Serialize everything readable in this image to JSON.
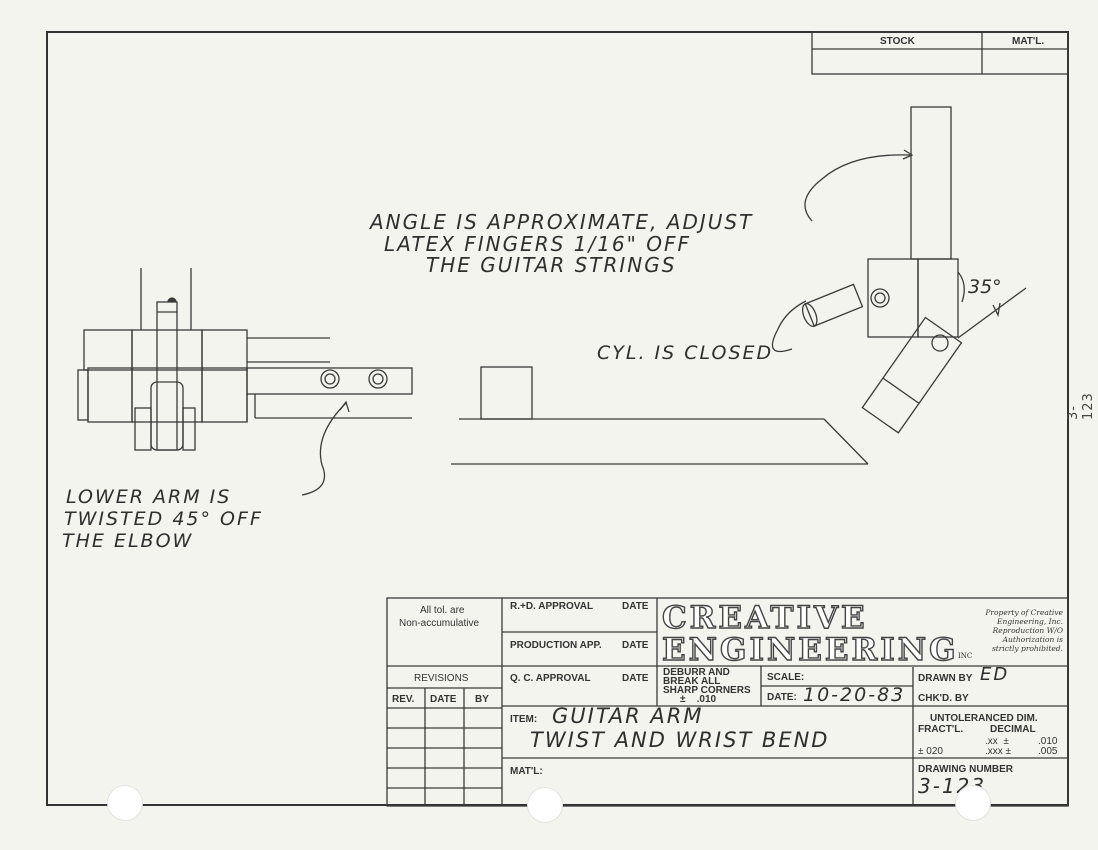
{
  "header_table": {
    "stock_label": "STOCK",
    "matl_label": "MAT'L."
  },
  "notes": {
    "angle_line1": "ANGLE IS APPROXIMATE, ADJUST",
    "angle_line2": "LATEX FINGERS 1/16\" OFF",
    "angle_line3": "THE GUITAR STRINGS",
    "cylinder": "CYL. IS CLOSED",
    "angle_value": "35°",
    "lower_arm_line1": "LOWER ARM IS",
    "lower_arm_line2": "TWISTED 45° OFF",
    "lower_arm_line3": "THE ELBOW"
  },
  "side_code": "3-123",
  "title_block": {
    "tolerance_note_line1": "All tol. are",
    "tolerance_note_line2": "Non-accumulative",
    "revisions_label": "REVISIONS",
    "rev_col": "REV.",
    "date_col": "DATE",
    "by_col": "BY",
    "rd_approval": "R.+D. APPROVAL",
    "rd_date": "DATE",
    "production_app": "PRODUCTION APP.",
    "production_date": "DATE",
    "qc_approval": "Q. C. APPROVAL",
    "qc_date": "DATE",
    "deburr_line1": "DEBURR AND",
    "deburr_line2": "BREAK ALL",
    "deburr_line3": "SHARP CORNERS",
    "deburr_tol": "±    .010",
    "scale_label": "SCALE:",
    "date_label": "DATE:",
    "date_value": "10-20-83",
    "brand_line1": "CREATIVE",
    "brand_line2": "ENGINEERING",
    "brand_inc": "INC",
    "property_line1": "Property of Creative",
    "property_line2": "Engineering, Inc.",
    "property_line3": "Reproduction W/O",
    "property_line4": "Authorization is",
    "property_line5": "strictly prohibited.",
    "drawn_by_label": "DRAWN BY",
    "drawn_by_value": "ED",
    "checked_by_label": "CHK'D. BY",
    "untoleranced_label": "UNTOLERANCED DIM.",
    "fract_label": "FRACT'L.",
    "decimal_label": "DECIMAL",
    "xx_label": ".xx  ±",
    "xx_value": ".010",
    "fract_value": "± 020",
    "xxx_label": ".xxx ±",
    "xxx_value": ".005",
    "item_label": "ITEM:",
    "item_line1": "GUITAR ARM",
    "item_line2": "TWIST AND WRIST BEND",
    "matl_label": "MAT'L:",
    "drawing_number_label": "DRAWING NUMBER",
    "drawing_number_value": "3-123"
  }
}
